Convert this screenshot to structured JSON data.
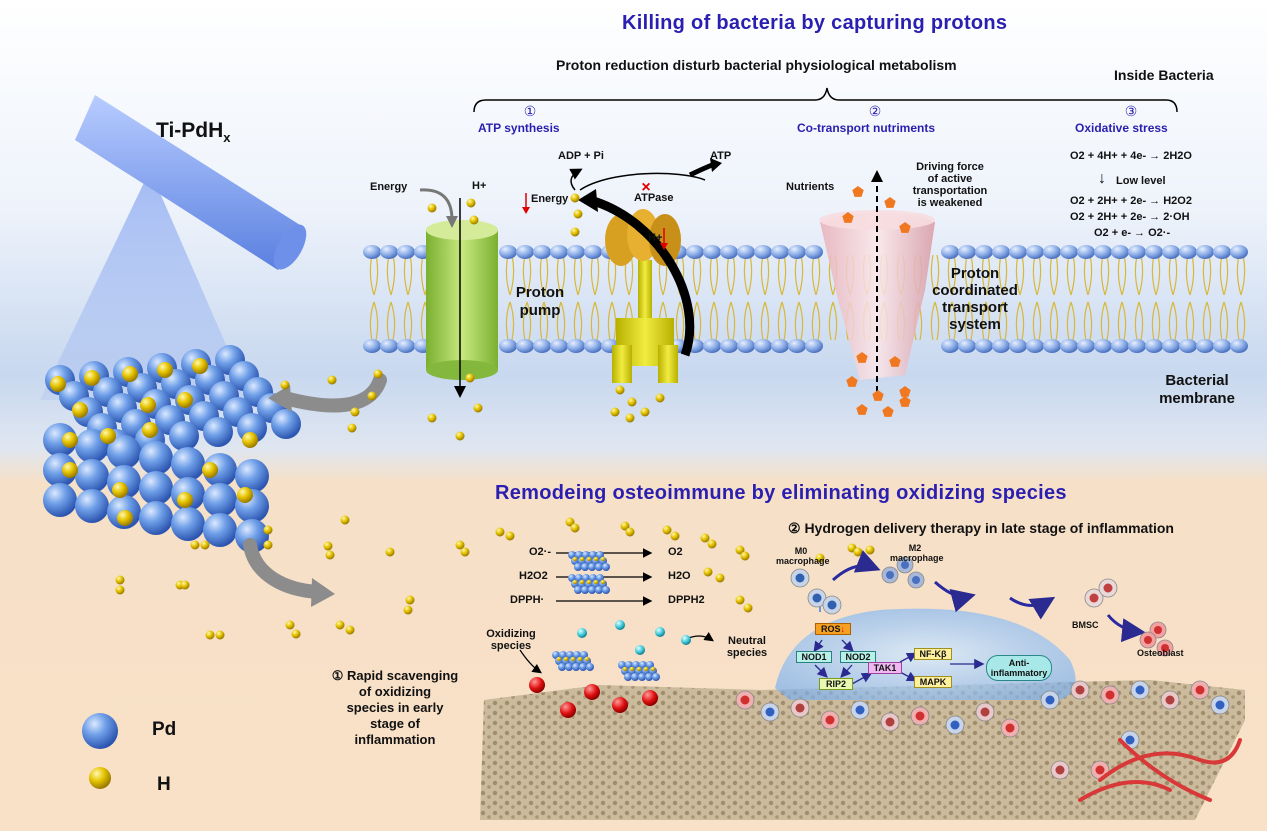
{
  "top": {
    "title": "Killing of bacteria by capturing protons",
    "subtitle": "Proton reduction disturb bacterial physiological metabolism",
    "inside": "Inside Bacteria",
    "item1_num": "①",
    "item1": "ATP synthesis",
    "item2_num": "②",
    "item2": "Co-transport nutriments",
    "item3_num": "③",
    "item3": "Oxidative stress",
    "reactions": [
      "O2 + 4H+ + 4e- → 2H2O",
      "Low level",
      "O2 + 2H+ + 2e- → H2O2",
      "O2 + 2H+ + 2e- → 2·OH",
      "O2 + e- → O2·-"
    ],
    "energy": "Energy",
    "hplus": "H+",
    "adp": "ADP + Pi",
    "atp": "ATP",
    "atpase": "ATPase",
    "energy2": "Energy",
    "hplus2": "H+",
    "nutrients": "Nutrients",
    "driving_force": [
      "Driving force",
      "of active",
      "transportation",
      "is weakened"
    ],
    "proton_pump": [
      "Proton",
      "pump"
    ],
    "pcts": [
      "Proton",
      "coordinated",
      "transport",
      "system"
    ],
    "membrane": [
      "Bacterial",
      "membrane"
    ]
  },
  "material": {
    "name": "Ti-PdH",
    "sub": "x"
  },
  "bottom": {
    "title": "Remodeing  osteoimmune by  eliminating  oxidizing species",
    "hdt": "② Hydrogen delivery therapy in late stage of inflammation",
    "scav_left": [
      "O2·-",
      "H2O2",
      "DPPH·"
    ],
    "scav_right": [
      "O2",
      "H2O",
      "DPPH2"
    ],
    "m0": [
      "M0",
      "macrophage"
    ],
    "m2": [
      "M2",
      "macrophage"
    ],
    "bmsc": "BMSC",
    "osteoblast": "Osteoblast",
    "oxidizing": [
      "Oxidizing",
      "species"
    ],
    "neutral": [
      "Neutral",
      "species"
    ],
    "rapid": [
      "① Rapid scavenging",
      "of oxidizing",
      "species in early",
      "stage of",
      "inflammation"
    ],
    "pathway": {
      "ros": "ROS",
      "nod1": "NOD1",
      "nod2": "NOD2",
      "rip2": "RIP2",
      "tak1": "TAK1",
      "nfkb": "NF-Kβ",
      "mapk": "MAPK",
      "anti": [
        "Anti-",
        "inflammatory"
      ]
    }
  },
  "legend": {
    "pd": "Pd",
    "h": "H"
  },
  "colors": {
    "title_blue": "#2a1fb0",
    "pd": "#5a8fe0",
    "h": "#e0c000",
    "membrane_head": "#8aaee8",
    "tail": "#d8c040",
    "pump": "#a8d060",
    "nutrient": "#f07820"
  }
}
